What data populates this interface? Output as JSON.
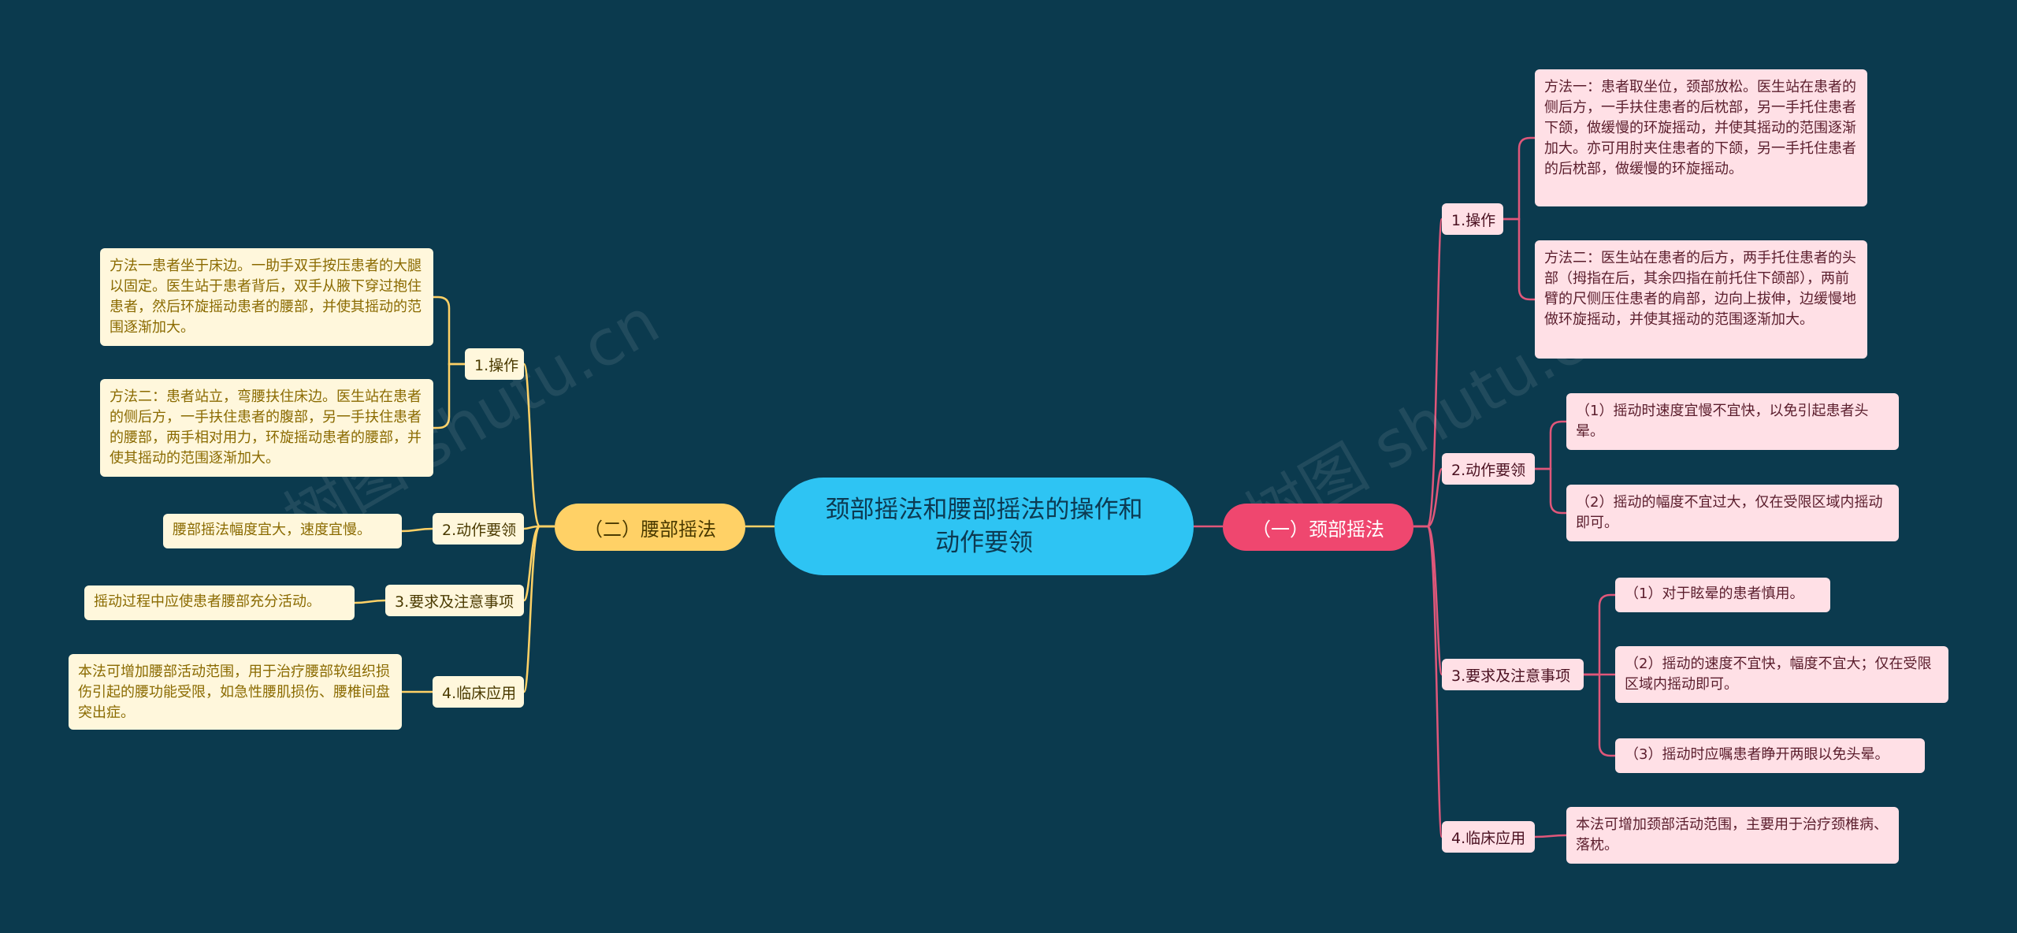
{
  "root": "颈部摇法和腰部摇法的操作和动作要领",
  "colors": {
    "background": "#0b3a4e",
    "root": "#2ec4f3",
    "left_branch": "#ffd166",
    "left_line": "#ffd166",
    "right_branch": "#ef476f",
    "right_line": "#e0577a",
    "left_leaf_text": "#8a6a00",
    "right_leaf_text": "#5a1d2c"
  },
  "left": {
    "label": "（二）腰部摇法",
    "subs": [
      {
        "label": "1.操作",
        "leaves": [
          "方法一患者坐于床边。一助手双手按压患者的大腿以固定。医生站于患者背后，双手从腋下穿过抱住患者，然后环旋摇动患者的腰部，并使其摇动的范围逐渐加大。",
          "方法二：患者站立，弯腰扶住床边。医生站在患者的侧后方，一手扶住患者的腹部，另一手扶住患者的腰部，两手相对用力，环旋摇动患者的腰部，并使其摇动的范围逐渐加大。"
        ]
      },
      {
        "label": "2.动作要领",
        "leaves": [
          "腰部摇法幅度宜大，速度宜慢。"
        ]
      },
      {
        "label": "3.要求及注意事项",
        "leaves": [
          "摇动过程中应使患者腰部充分活动。"
        ]
      },
      {
        "label": "4.临床应用",
        "leaves": [
          "本法可增加腰部活动范围，用于治疗腰部软组织损伤引起的腰功能受限，如急性腰肌损伤、腰椎间盘突出症。"
        ]
      }
    ]
  },
  "right": {
    "label": "（一）颈部摇法",
    "subs": [
      {
        "label": "1.操作",
        "leaves": [
          "方法一：患者取坐位，颈部放松。医生站在患者的侧后方，一手扶住患者的后枕部，另一手托住患者下颌，做缓慢的环旋摇动，并使其摇动的范围逐渐加大。亦可用肘夹住患者的下颌，另一手托住患者的后枕部，做缓慢的环旋摇动。",
          "方法二：医生站在患者的后方，两手托住患者的头部（拇指在后，其余四指在前托住下颌部），两前臂的尺侧压住患者的肩部，边向上拔伸，边缓慢地做环旋摇动，并使其摇动的范围逐渐加大。"
        ]
      },
      {
        "label": "2.动作要领",
        "leaves": [
          "（1）摇动时速度宜慢不宜快，以免引起患者头晕。",
          "（2）摇动的幅度不宜过大，仅在受限区域内摇动即可。"
        ]
      },
      {
        "label": "3.要求及注意事项",
        "leaves": [
          "（1）对于眩晕的患者慎用。",
          "（2）摇动的速度不宜快，幅度不宜大；仅在受限区域内摇动即可。",
          "（3）摇动时应嘱患者睁开两眼以免头晕。"
        ]
      },
      {
        "label": "4.临床应用",
        "leaves": [
          "本法可增加颈部活动范围，主要用于治疗颈椎病、落枕。"
        ]
      }
    ]
  },
  "watermarks": [
    "树图 shutu.cn",
    "树图 shutu.cn"
  ]
}
